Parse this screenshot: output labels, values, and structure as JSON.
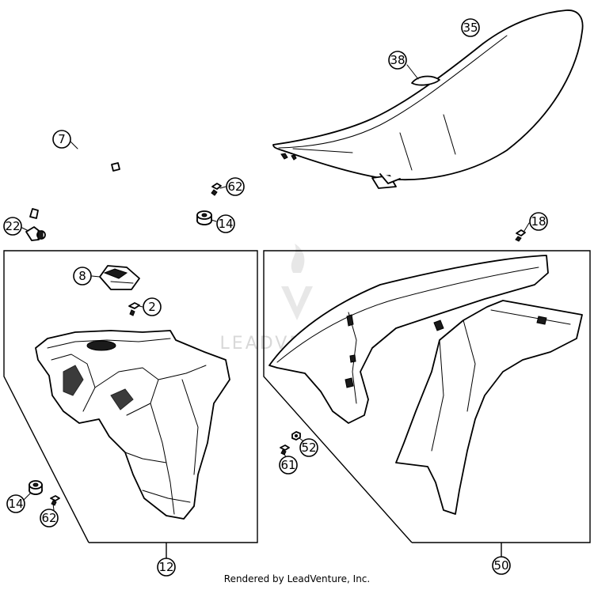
{
  "callouts": {
    "c35": "35",
    "c38": "38",
    "c7": "7",
    "c62_top": "62",
    "c14_top": "14",
    "c22": "22",
    "c18": "18",
    "c8": "8",
    "c2": "2",
    "c14_bottom": "14",
    "c62_bottom": "62",
    "c12": "12",
    "c52": "52",
    "c61": "61",
    "c50": "50"
  },
  "watermark": {
    "text": "LEADVENTURE"
  },
  "footer": {
    "credit": "Rendered by LeadVenture, Inc."
  }
}
